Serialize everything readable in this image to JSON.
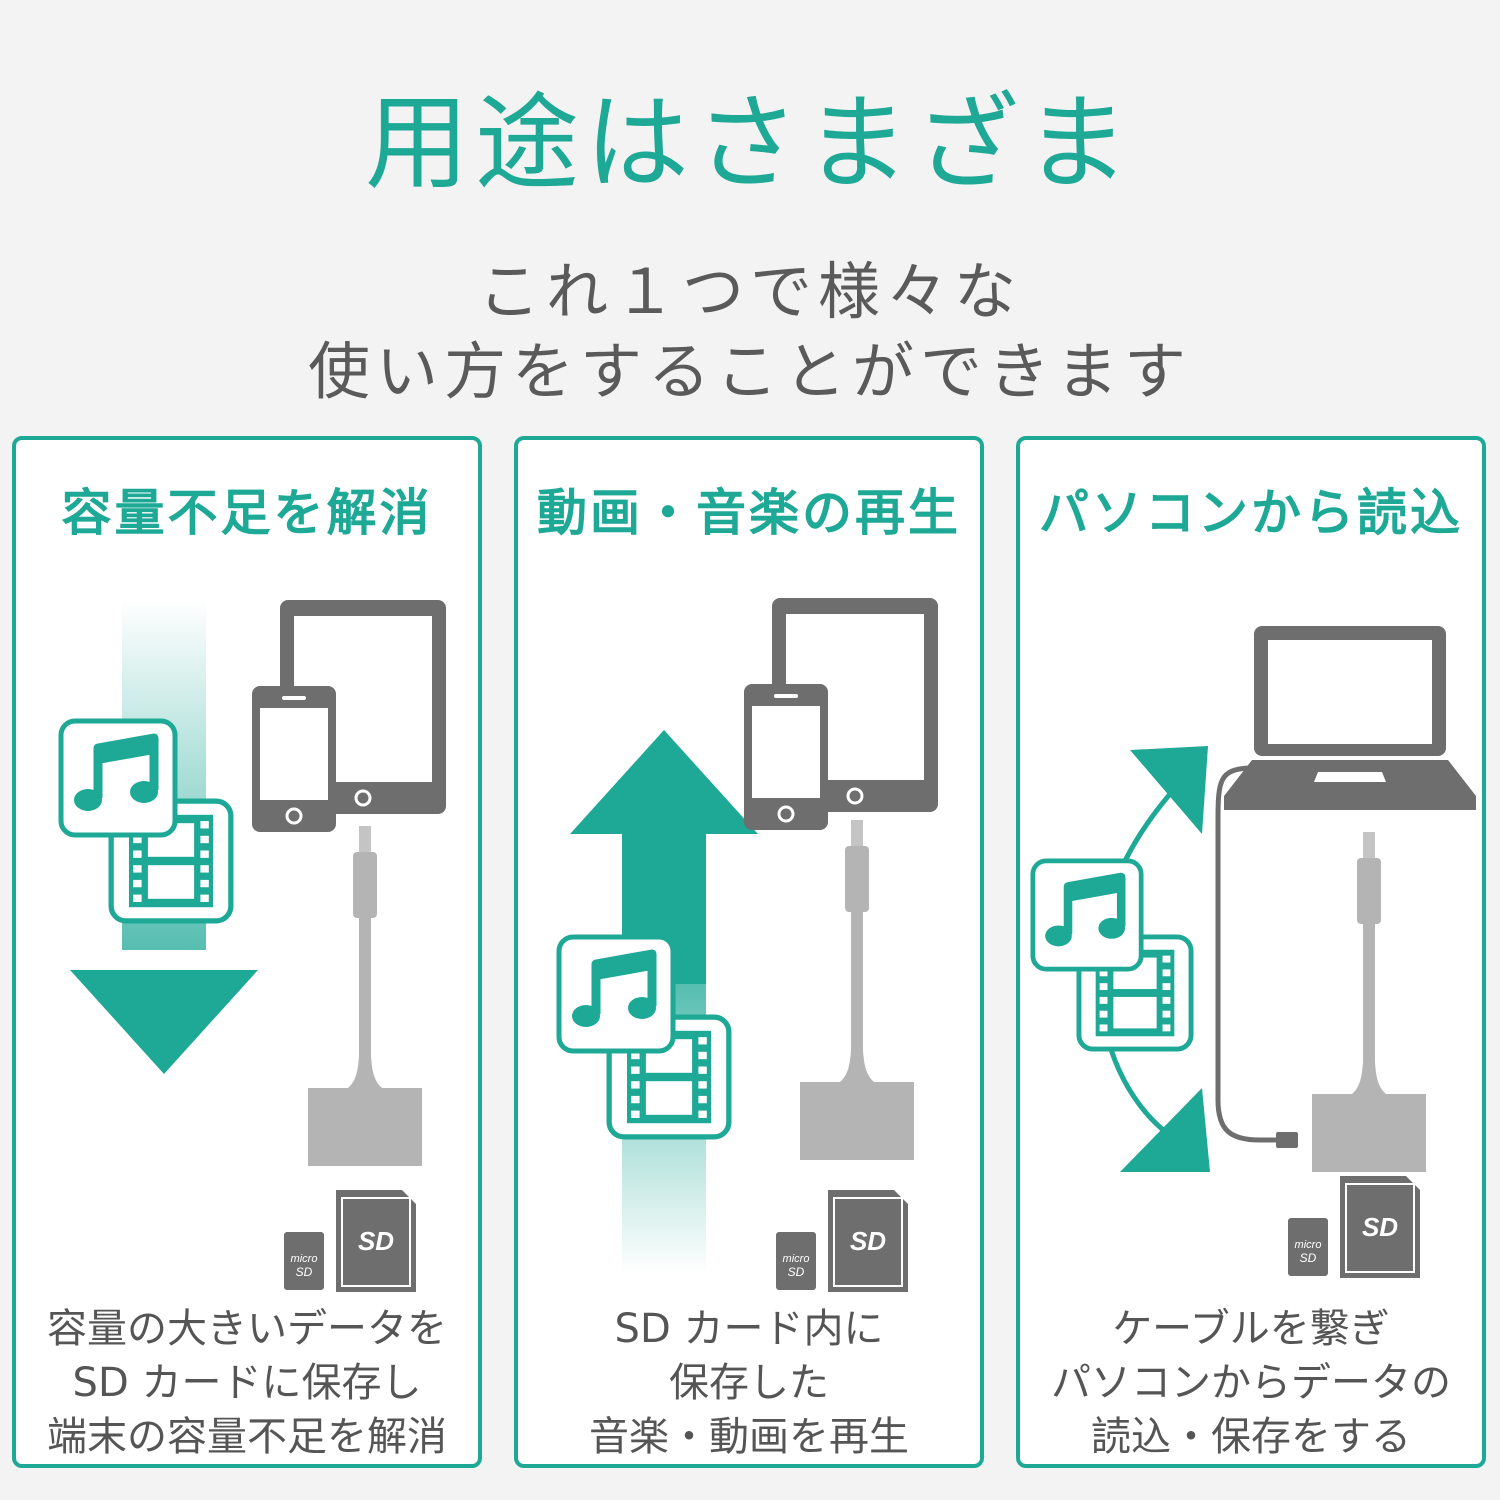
{
  "header": {
    "title": "用途はさまざま",
    "subtitle_lines": [
      "これ１つで様々な",
      "使い方をすることができます"
    ]
  },
  "colors": {
    "accent": "#1ea896",
    "device_gray": "#6e6e6e",
    "adapter_gray": "#b4b4b4",
    "text_gray": "#5a5a5a",
    "background": "#f3f3f3"
  },
  "panels": [
    {
      "title": "容量不足を解消",
      "description_lines": [
        "容量の大きいデータを",
        "SD カードに保存し",
        "端末の容量不足を解消"
      ],
      "icons": [
        "down-arrow-icon",
        "music-icon",
        "film-icon",
        "tablet-icon",
        "smartphone-icon",
        "adapter-icon",
        "sd-card-icon",
        "microsd-card-icon"
      ]
    },
    {
      "title": "動画・音楽の再生",
      "description_lines": [
        "SD カード内に",
        "保存した",
        "音楽・動画を再生"
      ],
      "icons": [
        "up-arrow-icon",
        "music-icon",
        "film-icon",
        "tablet-icon",
        "smartphone-icon",
        "adapter-icon",
        "sd-card-icon",
        "microsd-card-icon"
      ]
    },
    {
      "title": "パソコンから読込",
      "description_lines": [
        "ケーブルを繋ぎ",
        "パソコンからデータの",
        "読込・保存をする"
      ],
      "icons": [
        "curved-arrows-icon",
        "music-icon",
        "film-icon",
        "laptop-icon",
        "adapter-icon",
        "cable-icon",
        "sd-card-icon",
        "microsd-card-icon"
      ]
    }
  ]
}
